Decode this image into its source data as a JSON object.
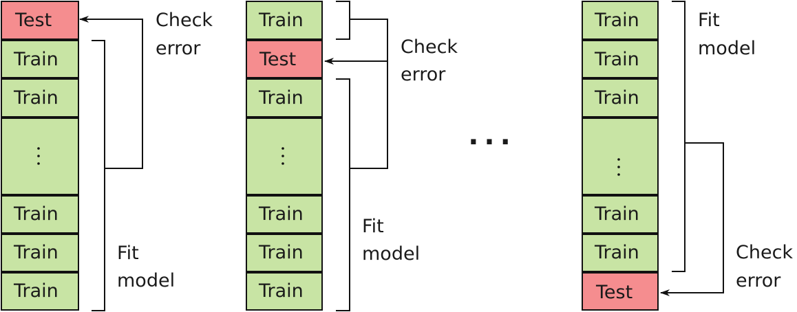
{
  "colors": {
    "train_fill": "#c8e4a4",
    "test_fill": "#f58d8f",
    "stroke": "#111111"
  },
  "folds": [
    {
      "cells": [
        {
          "kind": "test",
          "label": "Test"
        },
        {
          "kind": "train",
          "label": "Train"
        },
        {
          "kind": "train",
          "label": "Train"
        },
        {
          "kind": "ellipsis",
          "label": "⋮"
        },
        {
          "kind": "train",
          "label": "Train"
        },
        {
          "kind": "train",
          "label": "Train"
        },
        {
          "kind": "train",
          "label": "Train"
        }
      ],
      "check_label": [
        "Check",
        "error"
      ],
      "fit_label": [
        "Fit",
        "model"
      ]
    },
    {
      "cells": [
        {
          "kind": "train",
          "label": "Train"
        },
        {
          "kind": "test",
          "label": "Test"
        },
        {
          "kind": "train",
          "label": "Train"
        },
        {
          "kind": "ellipsis",
          "label": "⋮"
        },
        {
          "kind": "train",
          "label": "Train"
        },
        {
          "kind": "train",
          "label": "Train"
        },
        {
          "kind": "train",
          "label": "Train"
        }
      ],
      "check_label": [
        "Check",
        "error"
      ],
      "fit_label": [
        "Fit",
        "model"
      ]
    },
    {
      "cells": [
        {
          "kind": "train",
          "label": "Train"
        },
        {
          "kind": "train",
          "label": "Train"
        },
        {
          "kind": "train",
          "label": "Train"
        },
        {
          "kind": "ellipsis",
          "label": "⋮"
        },
        {
          "kind": "train",
          "label": "Train"
        },
        {
          "kind": "train",
          "label": "Train"
        },
        {
          "kind": "test",
          "label": "Test"
        }
      ],
      "check_label": [
        "Check",
        "error"
      ],
      "fit_label": [
        "Fit",
        "model"
      ]
    }
  ],
  "between_folds": "..."
}
